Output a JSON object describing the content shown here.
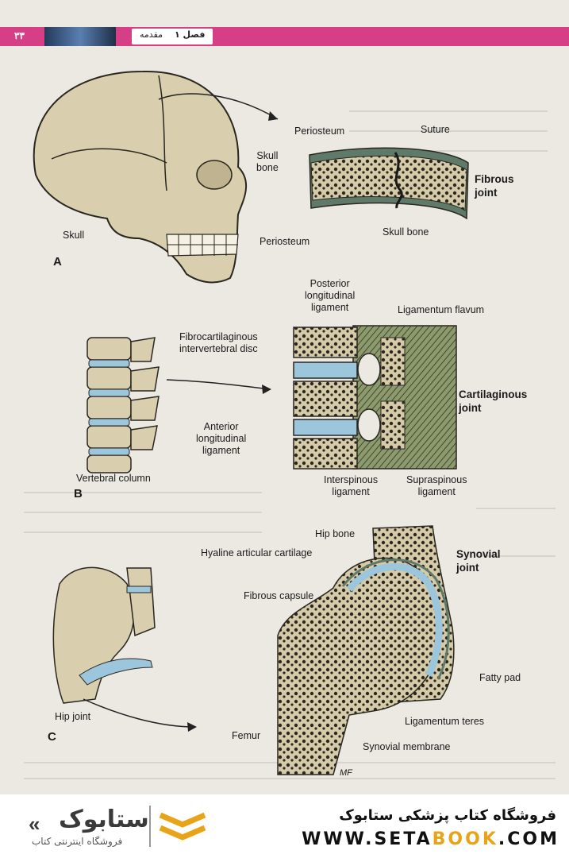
{
  "header": {
    "page_number": "۳۳",
    "section_title": "مقدمه",
    "chapter_label": "فصل ۱"
  },
  "figure": {
    "panel_a": {
      "letter": "A",
      "labels": {
        "skull": "Skull",
        "periosteum_top": "Periosteum",
        "suture": "Suture",
        "skull_bone_left": "Skull\nbone",
        "fibrous_joint": "Fibrous\njoint",
        "periosteum_bottom": "Periosteum",
        "skull_bone_right": "Skull bone"
      }
    },
    "panel_b": {
      "letter": "B",
      "labels": {
        "posterior_longitudinal": "Posterior\nlongitudinal\nligament",
        "ligamentum_flavum": "Ligamentum flavum",
        "fibrocartilaginous_disc": "Fibrocartilaginous\nintervertebral disc",
        "cartilaginous_joint": "Cartilaginous\njoint",
        "anterior_longitudinal": "Anterior\nlongitudinal\nligament",
        "vertebral_column": "Vertebral column",
        "interspinous": "Interspinous\nligament",
        "supraspinous": "Supraspinous\nligament"
      }
    },
    "panel_c": {
      "letter": "C",
      "labels": {
        "hip_bone": "Hip bone",
        "synovial_joint": "Synovial\njoint",
        "hyaline_cartilage": "Hyaline articular cartilage",
        "fibrous_capsule": "Fibrous capsule",
        "fatty_pad": "Fatty pad",
        "hip_joint": "Hip joint",
        "ligamentum_teres": "Ligamentum teres",
        "femur": "Femur",
        "synovial_membrane": "Synovial membrane",
        "artist_mark": "MF"
      }
    }
  },
  "footer": {
    "store_name": "فروشگاه کتاب پزشکی ستابوک",
    "url_prefix": "WWW.SETA",
    "url_highlight": "BOOK",
    "url_suffix": ".COM",
    "logo_text": "ستابوک",
    "logo_subtitle": "فروشگاه اینترنتی کتاب"
  },
  "colors": {
    "header_pink": "#d63f86",
    "bone": "#d9cfae",
    "cartilage_blue": "#9cc6dc",
    "logo_orange": "#e8a317"
  }
}
